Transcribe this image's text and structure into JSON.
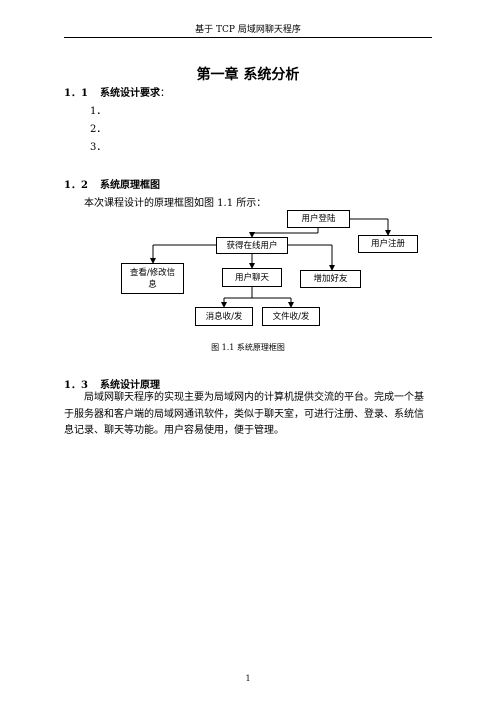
{
  "header": {
    "text": "基于 TCP 局域网聊天程序"
  },
  "chapter": {
    "title": "第一章  系统分析"
  },
  "sections": [
    {
      "num": "1．1",
      "title": "系统设计要求",
      "suffix": "："
    },
    {
      "num": "1．2",
      "title": "系统原理框图",
      "suffix": ""
    },
    {
      "num": "1．3",
      "title": "系统设计原理",
      "suffix": ""
    }
  ],
  "requirements": [
    "1．",
    "2．",
    "3．"
  ],
  "diagram_intro": "本次课程设计的原理框图如图 1.1 所示：",
  "diagram": {
    "login": "用户登陆",
    "online": "获得在线用户",
    "register": "用户注册",
    "view_edit": "查看/修改信息",
    "chat": "用户聊天",
    "add_friend": "增加好友",
    "message": "消息收/发",
    "file": "文件收/发"
  },
  "figure_caption": "图 1.1 系统原理框图",
  "principle_text": "局域网聊天程序的实现主要为局域网内的计算机提供交流的平台。完成一个基于服务器和客户端的局域网通讯软件，类似于聊天室，可进行注册、登录、系统信息记录、聊天等功能。用户容易使用，便于管理。",
  "page_number": "1"
}
